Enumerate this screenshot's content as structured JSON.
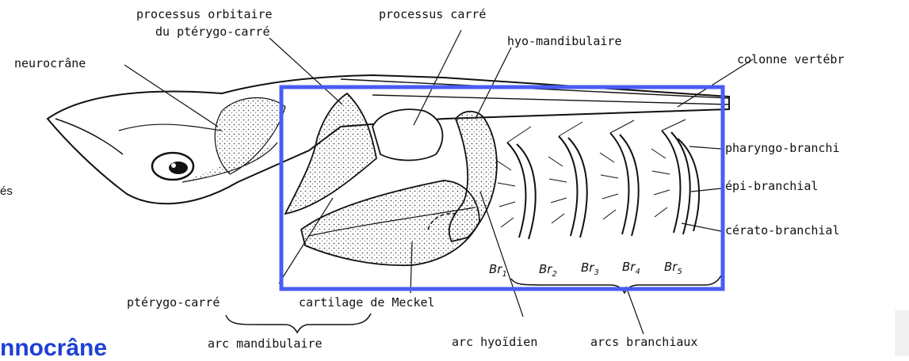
{
  "labels": {
    "orbital_process": [
      "processus orbitaire",
      "du ptérygo-carré"
    ],
    "square_process": "processus carré",
    "hyomandibular": "hyo-mandibulaire",
    "neurocranium": "neurocrâne",
    "vertebral_column": "colonne vertébr",
    "pharyngo_branchial": "pharyngo-branchi",
    "epi_branchial": "épi-branchial",
    "cerato_branchial": "cérato-branchial",
    "pterygoquadrate": "ptérygo-carré",
    "meckel_cartilage": "cartilage de Meckel",
    "mandibular_arch": "arc mandibulaire",
    "hyoid_arch": "arc hyoïdien",
    "branchial_arches": "arcs branchiaux"
  },
  "branchial_labels": [
    {
      "base": "Br",
      "sub": "1"
    },
    {
      "base": "Br",
      "sub": "2"
    },
    {
      "base": "Br",
      "sub": "3"
    },
    {
      "base": "Br",
      "sub": "4"
    },
    {
      "base": "Br",
      "sub": "5"
    }
  ],
  "left_cut_text": "és",
  "bottom_cut_heading": "nnocrâne",
  "colors": {
    "highlight_box": "#4a5cf2",
    "ink": "#111111",
    "heading": "#1f3fd6"
  }
}
